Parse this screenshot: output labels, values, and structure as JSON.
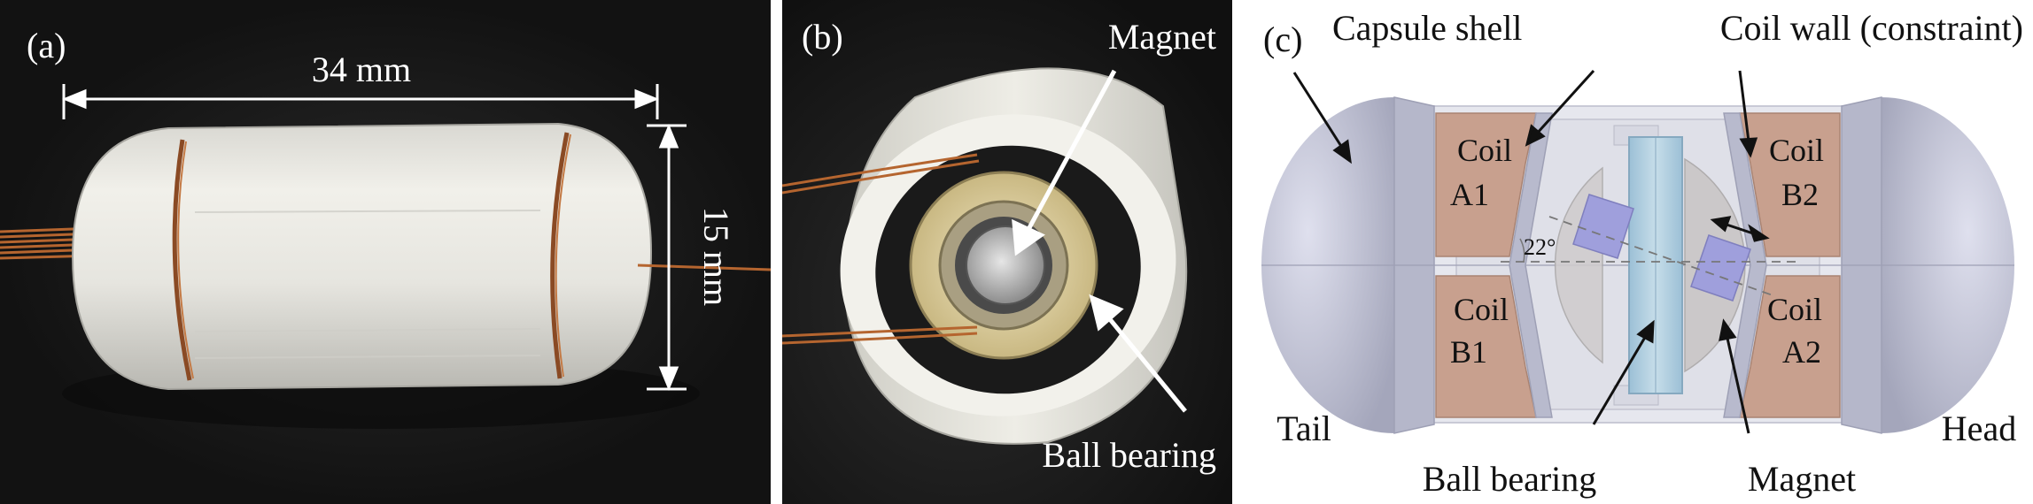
{
  "panel_a": {
    "tag": "(a)",
    "length_label": "34 mm",
    "diameter_label": "15 mm"
  },
  "panel_b": {
    "tag": "(b)",
    "magnet_label": "Magnet",
    "bearing_label": "Ball bearing"
  },
  "panel_c": {
    "tag": "(c)",
    "shell_label": "Capsule shell",
    "wall_label": "Coil wall (constraint)",
    "coil_a1": [
      "Coil",
      "A1"
    ],
    "coil_b2": [
      "Coil",
      "B2"
    ],
    "coil_b1": [
      "Coil",
      "B1"
    ],
    "coil_a2": [
      "Coil",
      "A2"
    ],
    "angle_label": "22°",
    "tail_label": "Tail",
    "head_label": "Head",
    "bearing_label": "Ball bearing",
    "magnet_label": "Magnet"
  },
  "colors": {
    "photo_background": "#151515",
    "capsule_white": "#e9e8e2",
    "copper_wire": "#b5652f",
    "coil": "#c8a08e",
    "shell": "#a4a6bb",
    "magnet": "#9f9fdc",
    "bearing": "#a8c9dc"
  }
}
